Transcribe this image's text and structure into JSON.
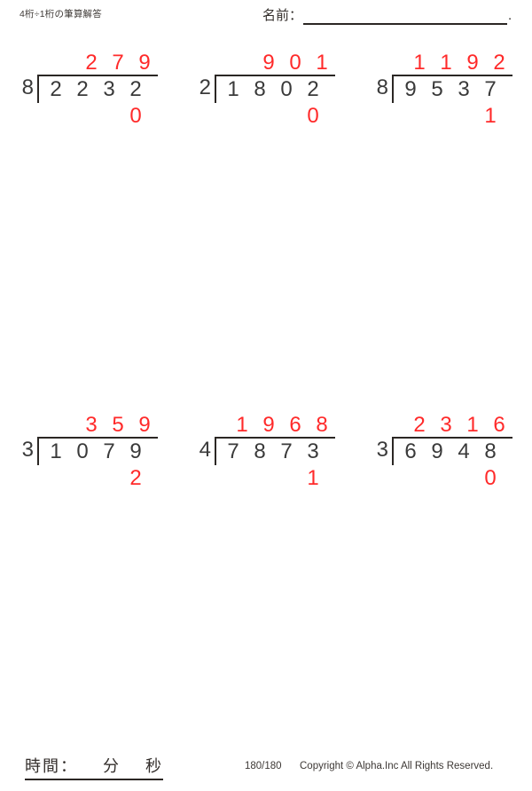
{
  "header": {
    "title": "4桁÷1桁の筆算解答",
    "name_label": "名前：",
    "name_value": "",
    "name_trailing_mark": "."
  },
  "problems": [
    {
      "divisor": "8",
      "dividend": [
        "2",
        "2",
        "3",
        "2"
      ],
      "quotient": [
        "2",
        "7",
        "9"
      ],
      "remainder": "0"
    },
    {
      "divisor": "2",
      "dividend": [
        "1",
        "8",
        "0",
        "2"
      ],
      "quotient": [
        "9",
        "0",
        "1"
      ],
      "remainder": "0"
    },
    {
      "divisor": "8",
      "dividend": [
        "9",
        "5",
        "3",
        "7"
      ],
      "quotient": [
        "1",
        "1",
        "9",
        "2"
      ],
      "remainder": "1"
    },
    {
      "divisor": "3",
      "dividend": [
        "1",
        "0",
        "7",
        "9"
      ],
      "quotient": [
        "3",
        "5",
        "9"
      ],
      "remainder": "2"
    },
    {
      "divisor": "4",
      "dividend": [
        "7",
        "8",
        "7",
        "3"
      ],
      "quotient": [
        "1",
        "9",
        "6",
        "8"
      ],
      "remainder": "1"
    },
    {
      "divisor": "3",
      "dividend": [
        "6",
        "9",
        "4",
        "8"
      ],
      "quotient": [
        "2",
        "3",
        "1",
        "6"
      ],
      "remainder": "0"
    }
  ],
  "footer": {
    "time_label": "時間：    分    秒",
    "page_count": "180/180",
    "copyright": "Copyright © Alpha.Inc All Rights Reserved."
  },
  "colors": {
    "answer_red": "#ff2a2a",
    "ink_black": "#3a3a3a",
    "rule_black": "#2b2724"
  }
}
